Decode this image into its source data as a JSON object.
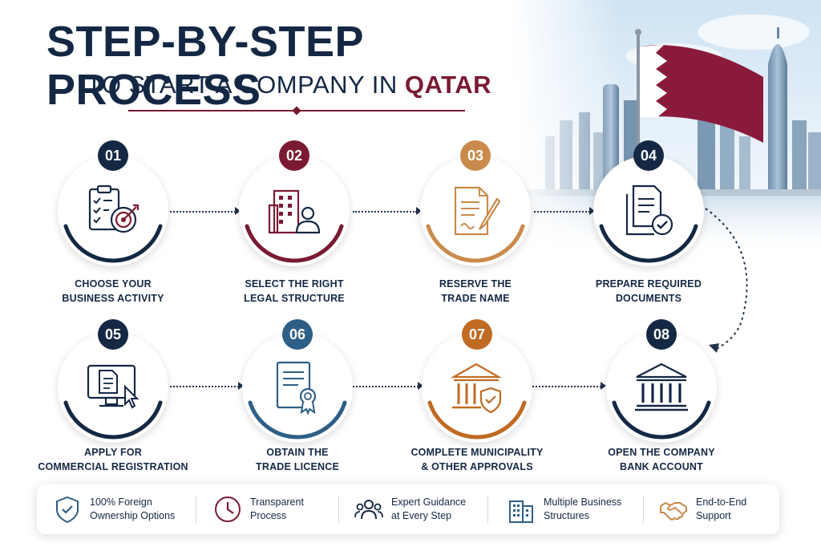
{
  "header": {
    "title": "STEP-BY-STEP PROCESS",
    "subtitle_prefix": "TO START A COMPANY IN ",
    "subtitle_accent": "QATAR"
  },
  "steps": [
    {
      "number": "01",
      "line1": "CHOOSE YOUR",
      "line2": "BUSINESS ACTIVITY",
      "icon": "checklist-target-icon",
      "color": "#142844"
    },
    {
      "number": "02",
      "line1": "SELECT THE RIGHT",
      "line2": "LEGAL STRUCTURE",
      "icon": "building-person-icon",
      "color": "#7a1a33"
    },
    {
      "number": "03",
      "line1": "RESERVE THE",
      "line2": "TRADE NAME",
      "icon": "document-pen-icon",
      "color": "#c98a4b"
    },
    {
      "number": "04",
      "line1": "PREPARE REQUIRED",
      "line2": "DOCUMENTS",
      "icon": "documents-check-icon",
      "color": "#142844"
    },
    {
      "number": "05",
      "line1": "APPLY FOR",
      "line2": "COMMERCIAL REGISTRATION",
      "icon": "monitor-cursor-icon",
      "color": "#142844"
    },
    {
      "number": "06",
      "line1": "OBTAIN THE",
      "line2": "TRADE LICENCE",
      "icon": "certificate-icon",
      "color": "#2e5f86"
    },
    {
      "number": "07",
      "line1": "COMPLETE MUNICIPALITY",
      "line2": "& OTHER APPROVALS",
      "icon": "government-shield-icon",
      "color": "#c06a22"
    },
    {
      "number": "08",
      "line1": "OPEN THE COMPANY",
      "line2": "BANK ACCOUNT",
      "icon": "bank-icon",
      "color": "#142844"
    }
  ],
  "benefits": [
    {
      "line1": "100% Foreign",
      "line2": "Ownership Options",
      "icon": "shield-check-icon",
      "color": "#2e5f86"
    },
    {
      "line1": "Transparent",
      "line2": "Process",
      "icon": "clock-icon",
      "color": "#7a1a33"
    },
    {
      "line1": "Expert Guidance",
      "line2": "at Every Step",
      "icon": "people-group-icon",
      "color": "#142844"
    },
    {
      "line1": "Multiple Business",
      "line2": "Structures",
      "icon": "buildings-icon",
      "color": "#2e5f86"
    },
    {
      "line1": "End-to-End",
      "line2": "Support",
      "icon": "handshake-icon",
      "color": "#c98a4b"
    }
  ],
  "colors": {
    "navy": "#142844",
    "maroon": "#7a1a33",
    "gold": "#c98a4b",
    "blue": "#2e5f86",
    "orange": "#c06a22"
  }
}
